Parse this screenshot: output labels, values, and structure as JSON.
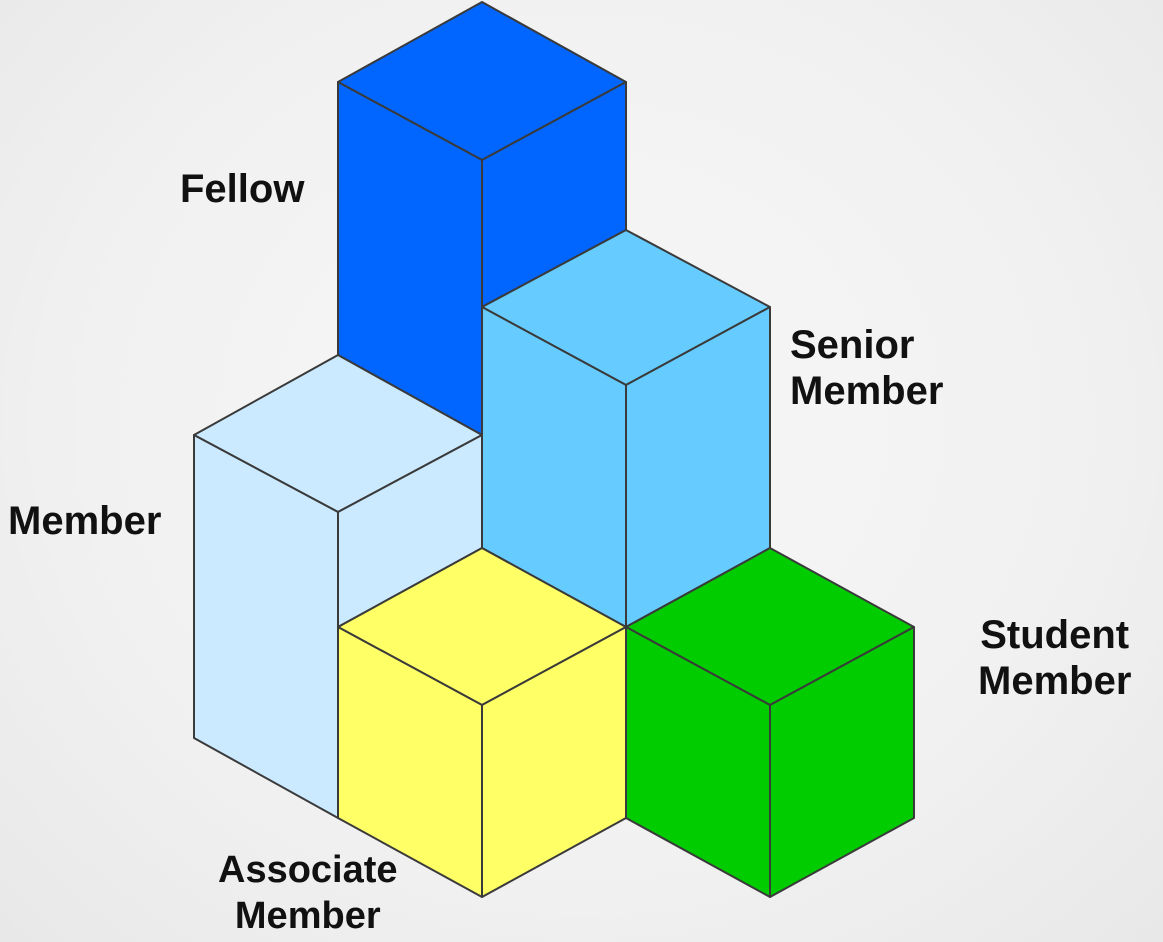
{
  "diagram": {
    "labels": {
      "fellow": "Fellow",
      "member": "Member",
      "senior_line1": "Senior",
      "senior_line2": "Member",
      "student_line1": "Student",
      "student_line2": "Member",
      "associate_line1": "Associate",
      "associate_line2": "Member"
    },
    "colors": {
      "fellow": "#0066ff",
      "member": "#cceaff",
      "senior_member": "#66ccff",
      "associate_member": "#ffff66",
      "student_member": "#00cc00",
      "outline": "#3a3a3a"
    }
  }
}
